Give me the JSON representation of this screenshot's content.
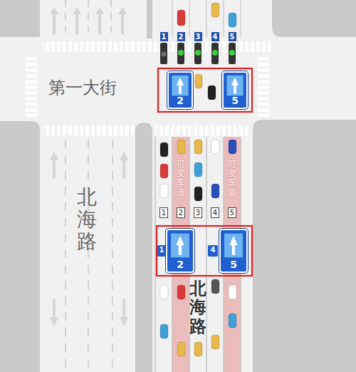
{
  "diagram": {
    "nodes": [
      {
        "text": [
          "2"
        ]
      },
      {
        "text": [
          "5"
        ]
      },
      {
        "text": [
          "2"
        ]
      },
      {
        "text": [
          "5"
        ]
      }
    ],
    "labels": [
      "1",
      "2",
      "3",
      "4",
      "5",
      "第一大街",
      "可变车道",
      "可变车道",
      "北海路",
      "1",
      "2",
      "3",
      "4",
      "5",
      "1",
      "4",
      "北海路"
    ]
  }
}
